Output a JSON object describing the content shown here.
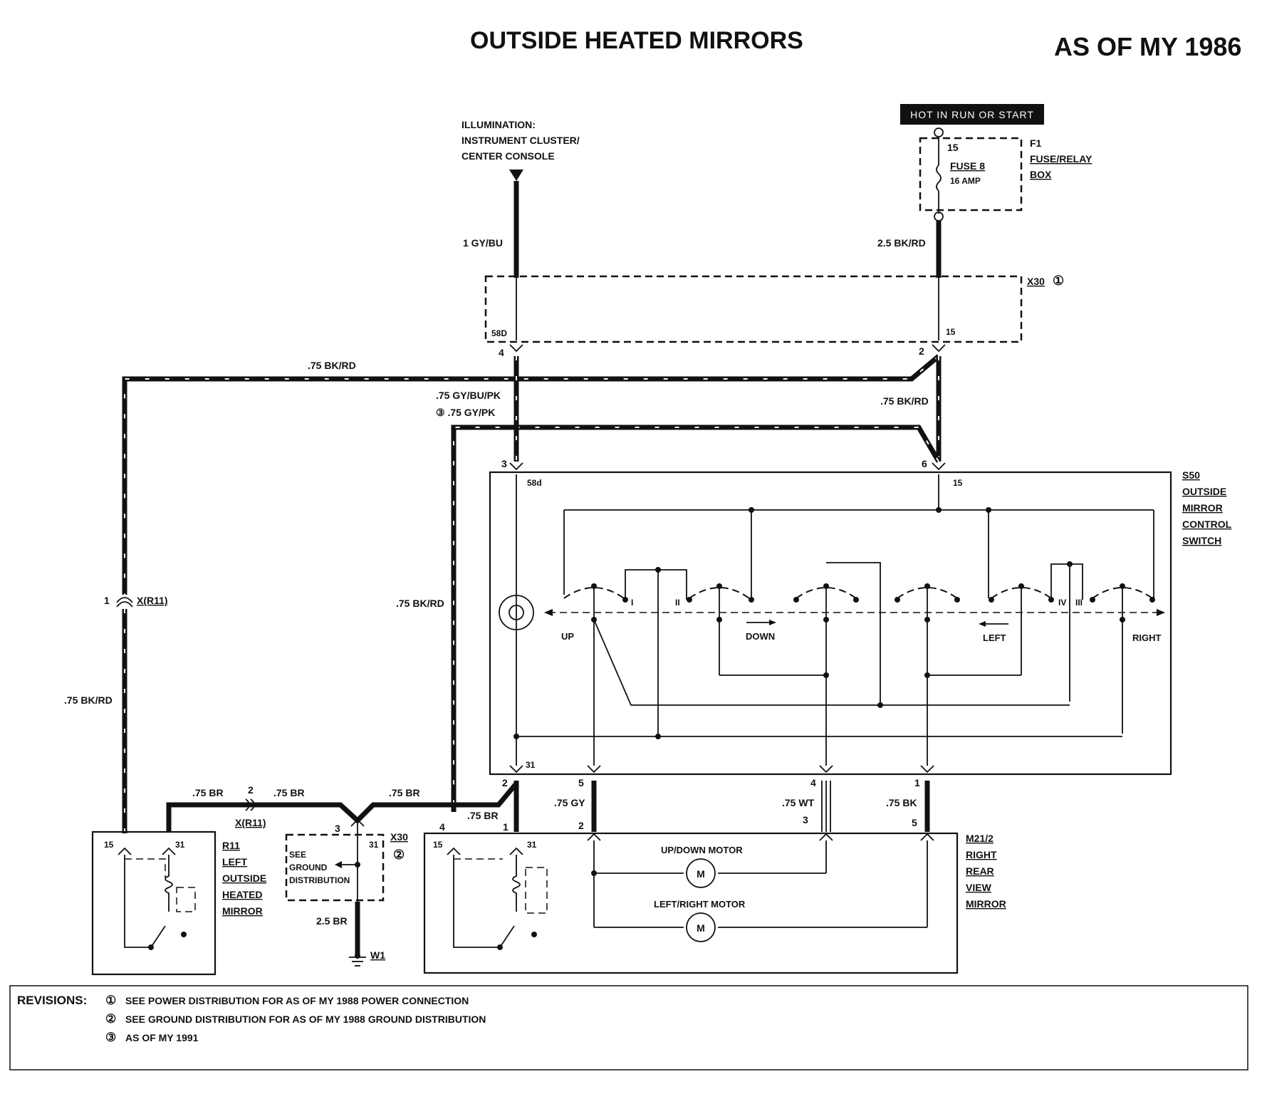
{
  "header": {
    "title": "OUTSIDE HEATED MIRRORS",
    "model_year": "AS OF MY 1986"
  },
  "power": {
    "hot_label": "HOT IN RUN OR START",
    "fuse_terminal": "15",
    "fuse_name": "FUSE 8",
    "fuse_rating": "16 AMP",
    "box_id": "F1",
    "box_name_1": "FUSE/RELAY",
    "box_name_2": "BOX",
    "wire": "2.5 BK/RD"
  },
  "illumination": {
    "line1": "ILLUMINATION:",
    "line2": "INSTRUMENT CLUSTER/",
    "line3": "CENTER CONSOLE",
    "wire": "1 GY/BU"
  },
  "x30_top": {
    "id": "X30",
    "note": "①",
    "pin_left": "58D",
    "pin_right": "15",
    "conn_left": "4",
    "conn_right": "2"
  },
  "wires": {
    "top_left": ".75 BK/RD",
    "mid_gy_1": ".75 GY/BU/PK",
    "mid_gy_2": "③ .75 GY/PK",
    "right_bkrd": ".75 BK/RD",
    "left_vertical": ".75 BK/RD",
    "inner_vertical": ".75 BK/RD",
    "br_1": ".75 BR",
    "br_2": ".75 BR",
    "br_3": ".75 BR",
    "br_4": ".75 BR",
    "gy": ".75 GY",
    "wt": ".75 WT",
    "bk": ".75 BK",
    "ground": "2.5 BR"
  },
  "connectors": {
    "x_r11_top_pin": "1",
    "x_r11_top": "X(R11)",
    "x_r11_bottom_pin": "2",
    "x_r11_bottom": "X(R11)"
  },
  "switch": {
    "id": "S50",
    "name": [
      "OUTSIDE",
      "MIRROR",
      "CONTROL",
      "SWITCH"
    ],
    "pin_3": "3",
    "pin_6": "6",
    "term_58d": "58d",
    "term_15": "15",
    "term_31": "31",
    "pin_2": "2",
    "pin_5": "5",
    "pin_4": "4",
    "pin_1": "1",
    "pos_1": "I",
    "pos_2": "II",
    "pos_4": "IV",
    "pos_3": "III",
    "up": "UP",
    "down": "DOWN",
    "left": "LEFT",
    "right": "RIGHT"
  },
  "left_mirror": {
    "id": "R11",
    "name": [
      "LEFT",
      "OUTSIDE",
      "HEATED",
      "MIRROR"
    ],
    "term_15": "15",
    "term_31": "31"
  },
  "ground_box": {
    "line1": "SEE",
    "line2": "GROUND",
    "line3": "DISTRIBUTION",
    "pin_3": "3",
    "pin_31": "31",
    "id": "X30",
    "note": "②",
    "ground_id": "W1"
  },
  "right_mirror": {
    "id": "M21/2",
    "name": [
      "RIGHT",
      "REAR",
      "VIEW",
      "MIRROR"
    ],
    "pin_4": "4",
    "pin_1": "1",
    "pin_2": "2",
    "pin_3": "3",
    "pin_5": "5",
    "term_15": "15",
    "term_31": "31",
    "updown_motor": "UP/DOWN MOTOR",
    "leftright_motor": "LEFT/RIGHT MOTOR",
    "motor_symbol": "M"
  },
  "revisions": {
    "label": "REVISIONS:",
    "items": [
      {
        "mark": "①",
        "text": "SEE POWER DISTRIBUTION FOR AS OF MY 1988 POWER CONNECTION"
      },
      {
        "mark": "②",
        "text": "SEE GROUND DISTRIBUTION FOR AS OF MY 1988 GROUND DISTRIBUTION"
      },
      {
        "mark": "③",
        "text": "AS OF MY 1991"
      }
    ]
  }
}
